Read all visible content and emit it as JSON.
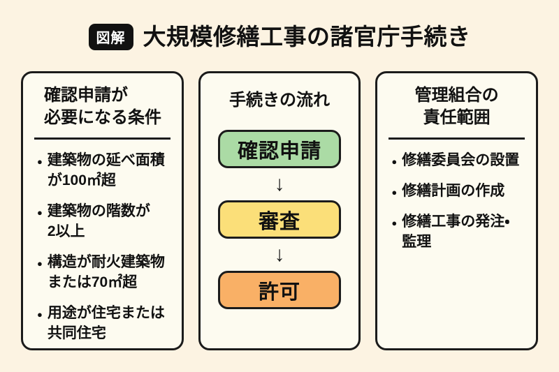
{
  "colors": {
    "background": "#FCF3E2",
    "card_bg": "#FDFBF0",
    "border": "#1B1B1B",
    "badge_bg": "#111111",
    "badge_text": "#FFFFFF",
    "step_green": "#ABDBA5",
    "step_yellow": "#FBDF79",
    "step_orange": "#F9B066"
  },
  "glyphs": {
    "bullet": "●",
    "arrow": "↓"
  },
  "header": {
    "badge": "図解",
    "title": "大規模修繕工事の諸官庁手続き"
  },
  "cards": {
    "conditions": {
      "title": [
        "確認申請が",
        "必要になる条件"
      ],
      "items": [
        [
          "建築物の延べ面積",
          "が100㎡超"
        ],
        [
          "建築物の階数が",
          "2以上"
        ],
        [
          "構造が耐火建築物",
          "または70㎡超"
        ],
        [
          "用途が住宅または",
          "共同住宅"
        ]
      ]
    },
    "flow": {
      "title": "手続きの流れ",
      "steps": [
        {
          "label": "確認申請",
          "color": "#ABDBA5"
        },
        {
          "label": "審査",
          "color": "#FBDF79"
        },
        {
          "label": "許可",
          "color": "#F9B066"
        }
      ]
    },
    "responsibility": {
      "title": [
        "管理組合の",
        "責任範囲"
      ],
      "items": [
        [
          "修繕委員会の設置"
        ],
        [
          "修繕計画の作成"
        ],
        [
          "修繕工事の発注・",
          "監理"
        ]
      ]
    }
  }
}
